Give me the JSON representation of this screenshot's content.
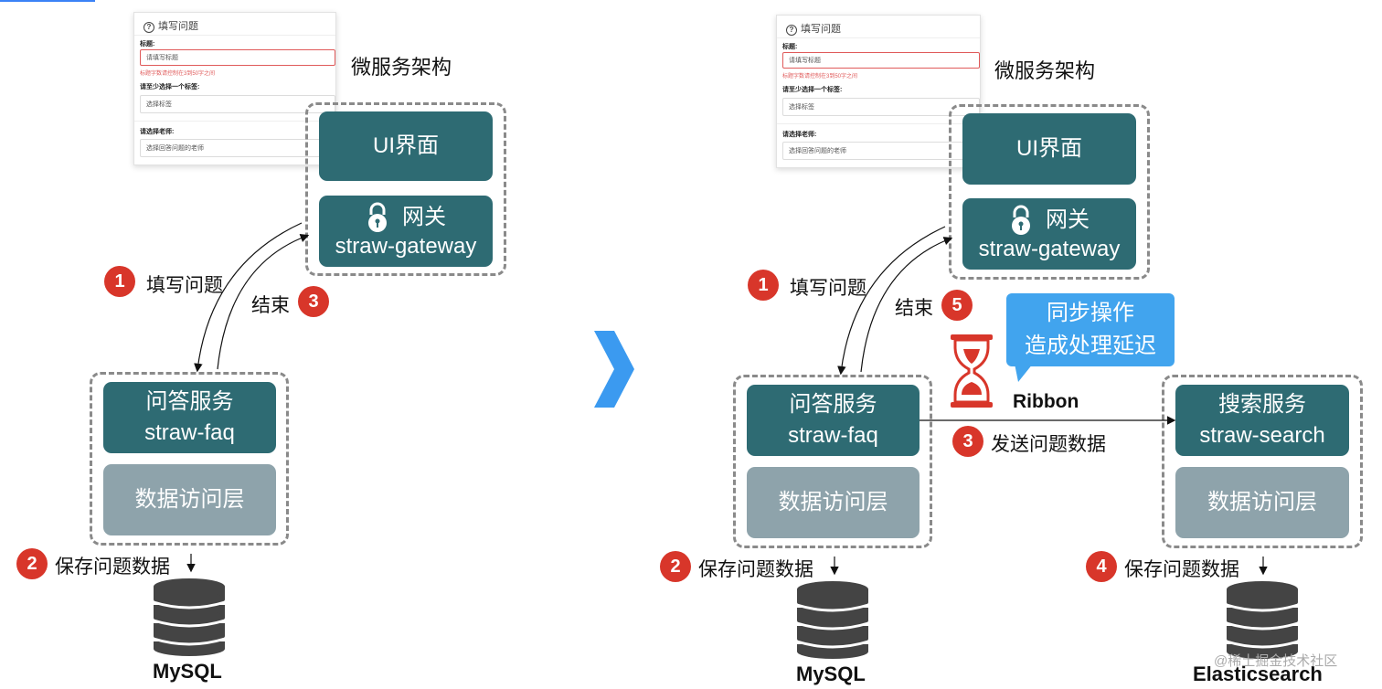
{
  "form": {
    "title": "填写问题",
    "title_label": "标题:",
    "title_placeholder": "请填写标题",
    "title_error": "标题字数请控制在3到50字之间",
    "tags_label": "请至少选择一个标签:",
    "tags_placeholder": "选择标签",
    "teacher_label": "请选择老师:",
    "teacher_placeholder": "选择回答问题的老师"
  },
  "left": {
    "heading": "微服务架构",
    "ui_box": "UI界面",
    "gateway_cn": "网关",
    "gateway_en": "straw-gateway",
    "faq_cn": "问答服务",
    "faq_en": "straw-faq",
    "dal": "数据访问层",
    "step1_num": "1",
    "step1_text": "填写问题",
    "step3_num": "3",
    "step3_text": "结束",
    "step2_num": "2",
    "step2_text": "保存问题数据",
    "db_label": "MySQL"
  },
  "right": {
    "heading": "微服务架构",
    "ui_box": "UI界面",
    "gateway_cn": "网关",
    "gateway_en": "straw-gateway",
    "faq_cn": "问答服务",
    "faq_en": "straw-faq",
    "dal": "数据访问层",
    "search_cn": "搜索服务",
    "search_en": "straw-search",
    "search_dal": "数据访问层",
    "step1_num": "1",
    "step1_text": "填写问题",
    "step5_num": "5",
    "step5_text": "结束",
    "step2_num": "2",
    "step2_text": "保存问题数据",
    "step3_num": "3",
    "step3_text": "发送问题数据",
    "step4_num": "4",
    "step4_text": "保存问题数据",
    "callout_line1": "同步操作",
    "callout_line2": "造成处理延迟",
    "ribbon": "Ribbon",
    "db_mysql": "MySQL",
    "db_es": "Elasticsearch"
  },
  "watermark": "@稀土掘金技术社区",
  "colors": {
    "teal": "#2e6b73",
    "grey_box": "#8ea3ab",
    "badge_red": "#d8362a",
    "callout_blue": "#41a4ee",
    "arrow_blue": "#3b9af0"
  },
  "icons": [
    "lock-icon",
    "hourglass-icon",
    "database-icon",
    "big-right-arrow-icon",
    "question-circle-icon"
  ]
}
